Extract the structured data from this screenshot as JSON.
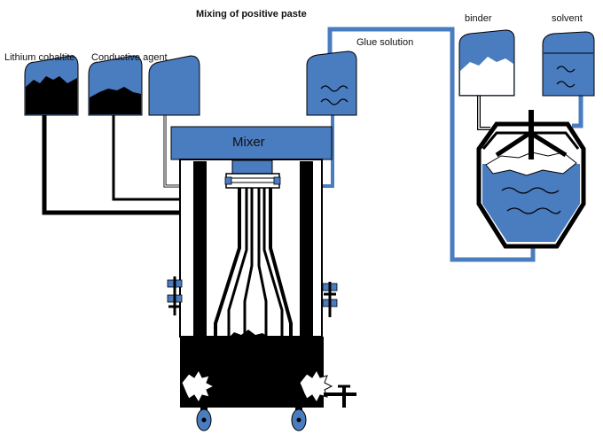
{
  "diagram": {
    "title": "Mixing of positive paste",
    "labels": {
      "lithium": "Lithium cobaltite",
      "conductive": "Conductive agent",
      "glue": "Glue solution",
      "binder": "binder",
      "solvent": "solvent",
      "mixer": "Mixer"
    }
  },
  "colors": {
    "accent_blue": "#4a7cc0",
    "black": "#000000",
    "white": "#ffffff"
  }
}
